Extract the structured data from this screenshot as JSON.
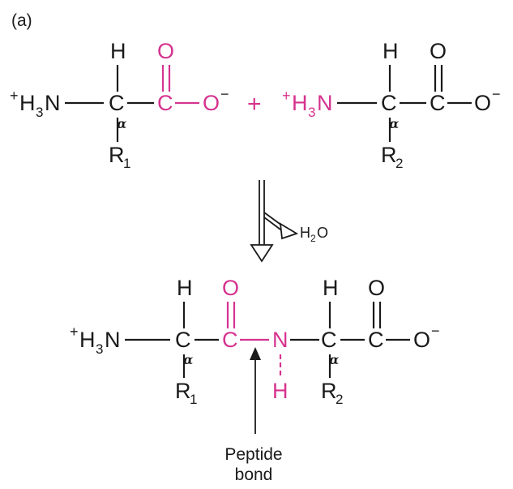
{
  "panel_label": "(a)",
  "reactant1": {
    "amine_charge": "+",
    "amine": "H",
    "amine_sub": "3",
    "amine_n": "N",
    "h": "H",
    "c_alpha": "C",
    "alpha": "α",
    "carbonyl_c": "C",
    "carbonyl_o": "O",
    "o_minus": "O",
    "minus": "−",
    "r": "R",
    "r_sub": "1"
  },
  "plus_sign": "+",
  "reactant2": {
    "amine_charge": "+",
    "amine": "H",
    "amine_sub": "3",
    "amine_n": "N",
    "h": "H",
    "c_alpha": "C",
    "alpha": "α",
    "carbonyl_c": "C",
    "carbonyl_o": "O",
    "o_minus": "O",
    "minus": "−",
    "r": "R",
    "r_sub": "2"
  },
  "water": {
    "h": "H",
    "sub": "2",
    "o": "O"
  },
  "product": {
    "amine_charge": "+",
    "amine": "H",
    "amine_sub": "3",
    "amine_n": "N",
    "h1": "H",
    "c_alpha1": "C",
    "alpha1": "α",
    "r1": "R",
    "r1_sub": "1",
    "carbonyl_c1": "C",
    "carbonyl_o1": "O",
    "n": "N",
    "nh": "H",
    "h2": "H",
    "c_alpha2": "C",
    "alpha2": "α",
    "r2": "R",
    "r2_sub": "2",
    "carbonyl_c2": "C",
    "carbonyl_o2": "O",
    "o_minus": "O",
    "minus": "−"
  },
  "peptide_label_line1": "Peptide",
  "peptide_label_line2": "bond",
  "colors": {
    "ink": "#1a1a1a",
    "highlight": "#d6338f"
  }
}
